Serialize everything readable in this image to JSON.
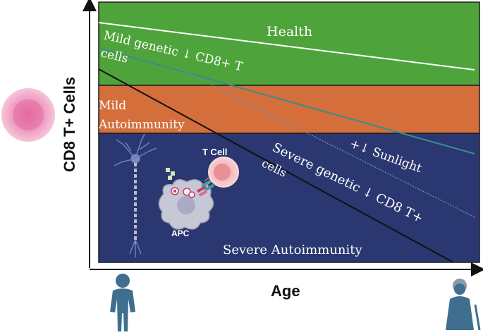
{
  "axes": {
    "y_label": "CD8 T+ Cells",
    "x_label": "Age"
  },
  "zones": [
    {
      "id": "health",
      "label": "Health",
      "color": "#4ea43a"
    },
    {
      "id": "mild",
      "label_line1": "Mild",
      "label_line2": "Autoimmunity",
      "color": "#d46f3c"
    },
    {
      "id": "severe",
      "label": "Severe Autoimmunity",
      "color": "#2b3770"
    }
  ],
  "lines": {
    "mild_genetic": {
      "label_line1": "Mild genetic ↓ CD8+ T",
      "label_line2": "cells",
      "color": "#3b8c8c"
    },
    "sunlight": {
      "label": "+↓ Sunlight",
      "color": "#5a7fb0"
    },
    "severe_genetic": {
      "label_line1": "Severe genetic ↓ CD8 T+",
      "label_line2": "cells",
      "color": "#111111"
    },
    "health_line": {
      "color": "#ffffff"
    }
  },
  "illustration": {
    "t_cell_label": "T Cell",
    "apc_label": "APC"
  },
  "icons": [
    "cd8-cell-icon",
    "neuron-icon",
    "t-cell-icon",
    "apc-icon",
    "antigen-icon",
    "young-person-icon",
    "elderly-person-icon"
  ]
}
